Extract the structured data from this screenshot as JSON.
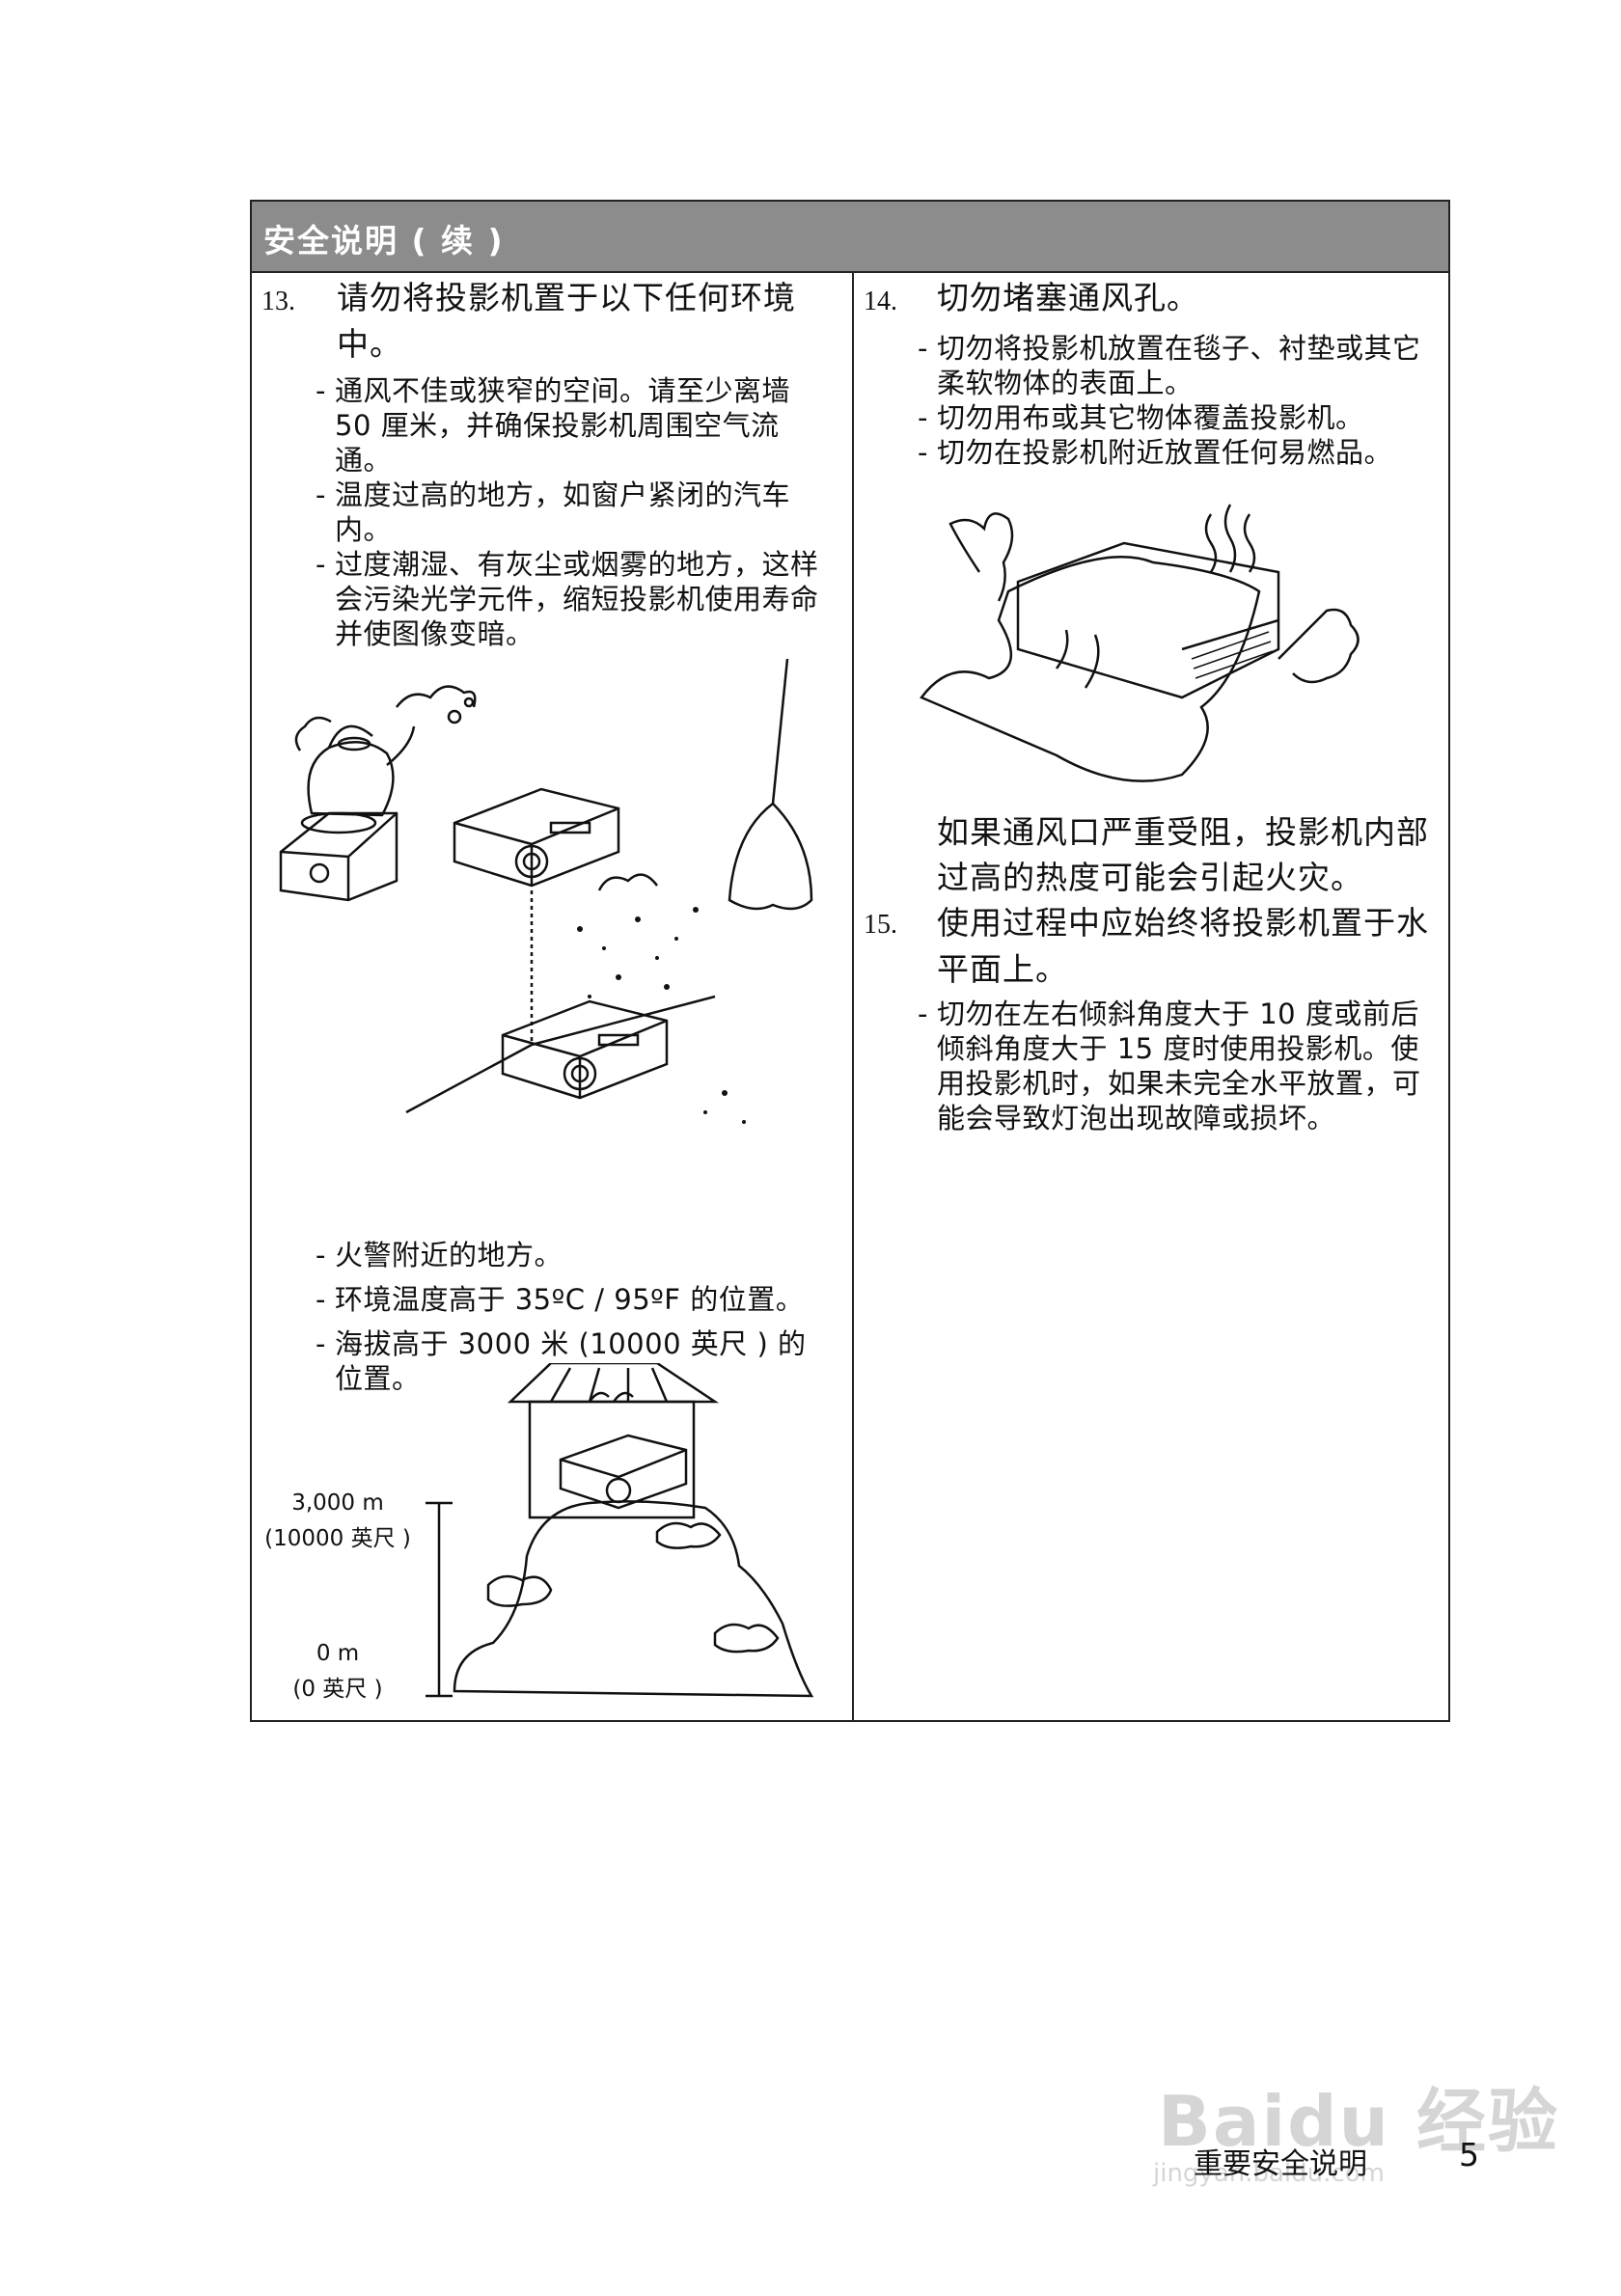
{
  "header": {
    "title": "安全说明 ( 续 )"
  },
  "left": {
    "item13_num": "13.",
    "item13_text": "请勿将投影机置于以下任何环境中。",
    "bullets": [
      "通风不佳或狭窄的空间。请至少离墙 50 厘米，并确保投影机周围空气流通。",
      "温度过高的地方，如窗户紧闭的汽车内。",
      "过度潮湿、有灰尘或烟雾的地方，这样会污染光学元件，缩短投影机使用寿命并使图像变暗。"
    ],
    "bullets2": [
      "火警附近的地方。",
      "环境温度高于 35ºC / 95ºF 的位置。",
      "海拔高于 3000 米 (10000 英尺 ) 的位置。"
    ],
    "altitude_top": "3,000 m",
    "altitude_top_ft": "(10000 英尺 )",
    "altitude_bottom": "0 m",
    "altitude_bottom_ft": "(0 英尺 )"
  },
  "right": {
    "item14_num": "14.",
    "item14_text": "切勿堵塞通风孔。",
    "bullets": [
      "切勿将投影机放置在毯子、衬垫或其它柔软物体的表面上。",
      "切勿用布或其它物体覆盖投影机。",
      "切勿在投影机附近放置任何易燃品。"
    ],
    "warning_text": "如果通风口严重受阻，投影机内部过高的热度可能会引起火灾。",
    "item15_num": "15.",
    "item15_text": "使用过程中应始终将投影机置于水平面上。",
    "item15_bullet": "切勿在左右倾斜角度大于 10 度或前后倾斜角度大于 15 度时使用投影机。使用投影机时，如果未完全水平放置，可能会导致灯泡出现故障或损坏。"
  },
  "footer": {
    "section_title": "重要安全说明",
    "page_number": "5"
  },
  "watermark": {
    "logo": "Baidu 经验",
    "url": "jingyan.baidu.com"
  }
}
